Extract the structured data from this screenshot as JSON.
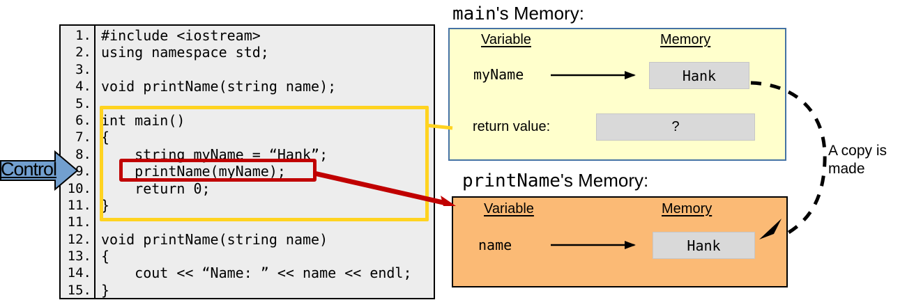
{
  "control": {
    "label": "Control"
  },
  "code_panel": {
    "lines": [
      {
        "num": "1.",
        "code": "#include <iostream>"
      },
      {
        "num": "2.",
        "code": "using namespace std;"
      },
      {
        "num": "3.",
        "code": ""
      },
      {
        "num": "4.",
        "code": "void printName(string name);"
      },
      {
        "num": "5.",
        "code": ""
      },
      {
        "num": "6.",
        "code": "int main()"
      },
      {
        "num": "7.",
        "code": "{"
      },
      {
        "num": "8.",
        "code": "    string myName = “Hank”;"
      },
      {
        "num": "9.",
        "code": "    printName(myName);"
      },
      {
        "num": "10.",
        "code": "    return 0;"
      },
      {
        "num": "11.",
        "code": "}"
      },
      {
        "num": "11.",
        "code": ""
      },
      {
        "num": "12.",
        "code": "void printName(string name)"
      },
      {
        "num": "13.",
        "code": "{"
      },
      {
        "num": "14.",
        "code": "    cout << “Name: ” << name << endl;"
      },
      {
        "num": "15.",
        "code": "}"
      }
    ]
  },
  "main_memory": {
    "title_code": "main",
    "title_suffix": "'s Memory:",
    "header_variable": "Variable",
    "header_memory": "Memory",
    "variable_name": "myName",
    "variable_value": "Hank",
    "return_label": "return value:",
    "return_value": "?"
  },
  "printname_memory": {
    "title_code": "printName",
    "title_suffix": "'s Memory:",
    "header_variable": "Variable",
    "header_memory": "Memory",
    "variable_name": "name",
    "variable_value": "Hank"
  },
  "annotation": {
    "copy_note": "A copy is made"
  },
  "colors": {
    "code_background": "#ededed",
    "main_highlight": "#ffd320",
    "call_highlight": "#c00000",
    "main_memory_fill": "#ffffcc",
    "main_memory_border": "#4472a4",
    "printname_memory_fill": "#fbba75",
    "value_box_fill": "#d9d9d9",
    "control_arrow_fill": "#729fcf"
  }
}
